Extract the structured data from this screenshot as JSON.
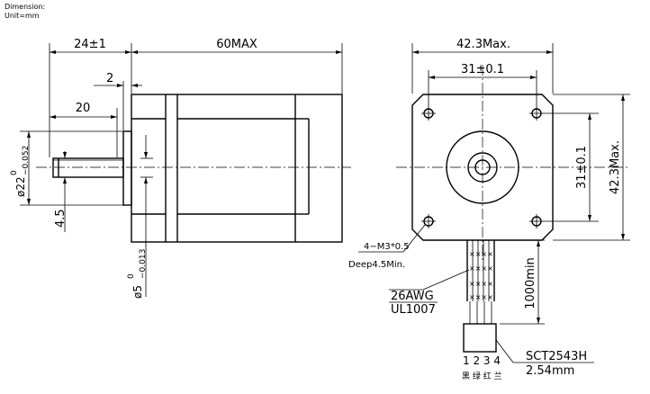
{
  "header": {
    "dimension_label": "Dimension:",
    "unit_label": "Unit=mm"
  },
  "side_view": {
    "dim_24": "24±1",
    "dim_60": "60MAX",
    "dim_2": "2",
    "dim_20": "20",
    "dim_22_base": "ø22",
    "dim_22_upper": "0",
    "dim_22_lower": "−0.052",
    "dim_4_5": "4.5",
    "dim_5_base": "ø5",
    "dim_5_upper": "0",
    "dim_5_lower": "−0.013"
  },
  "front_view": {
    "dim_42_top": "42.3Max.",
    "dim_31_top": "31±0.1",
    "dim_31_right": "31±0.1",
    "dim_42_right": "42.3Max.",
    "hole_note": "4−M3*0.5",
    "hole_depth": "Deep4.5Min.",
    "wire_gauge": "26AWG",
    "wire_standard": "UL1007",
    "lead_length": "1000min",
    "connector_model": "SCT2543H",
    "connector_pitch": "2.54mm",
    "pin_numbers": "1 2 3 4",
    "pin_colors": "黑 绿 红 兰"
  }
}
